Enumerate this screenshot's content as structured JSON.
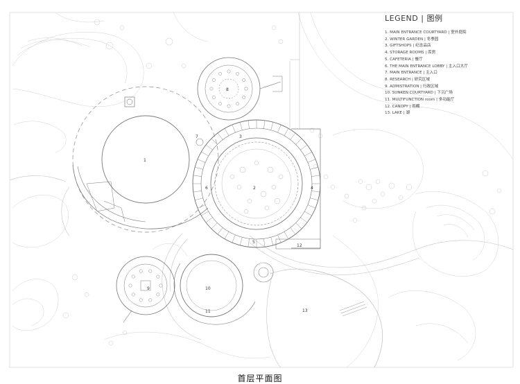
{
  "legend": {
    "title": "LEGEND | 图例",
    "items": [
      "1. MAIN ENTRANCE COURTYARD | 室外庭院",
      "2. WINTER GARDEN | 冬季园",
      "3. GIFTSHOPS | 纪念品店",
      "4. STORAGE ROOMS | 库房",
      "5. CAFETERIA | 餐厅",
      "6. THE MAIN ENTRANCE LOBBY | 主入口大厅",
      "7. MAIN ENTRANCE | 主入口",
      "8. RESEARCH | 研究区域",
      "9. ADMISTRATION | 行政区域",
      "10. SUNKEN COURTYARD | 下沉广场",
      "11. MULTIFUNCTION room | 多功能厅",
      "12. CANOPY | 雨棚",
      "13. LAKE | 湖"
    ]
  },
  "plan_labels": {
    "l1": "1",
    "l2": "2",
    "l3": "3",
    "l4": "4",
    "l5": "5",
    "l6": "6",
    "l7": "7",
    "l8": "8",
    "l9": "9",
    "l10": "10",
    "l11": "11",
    "l12": "12",
    "l13": "13"
  },
  "caption": "首层平面图"
}
